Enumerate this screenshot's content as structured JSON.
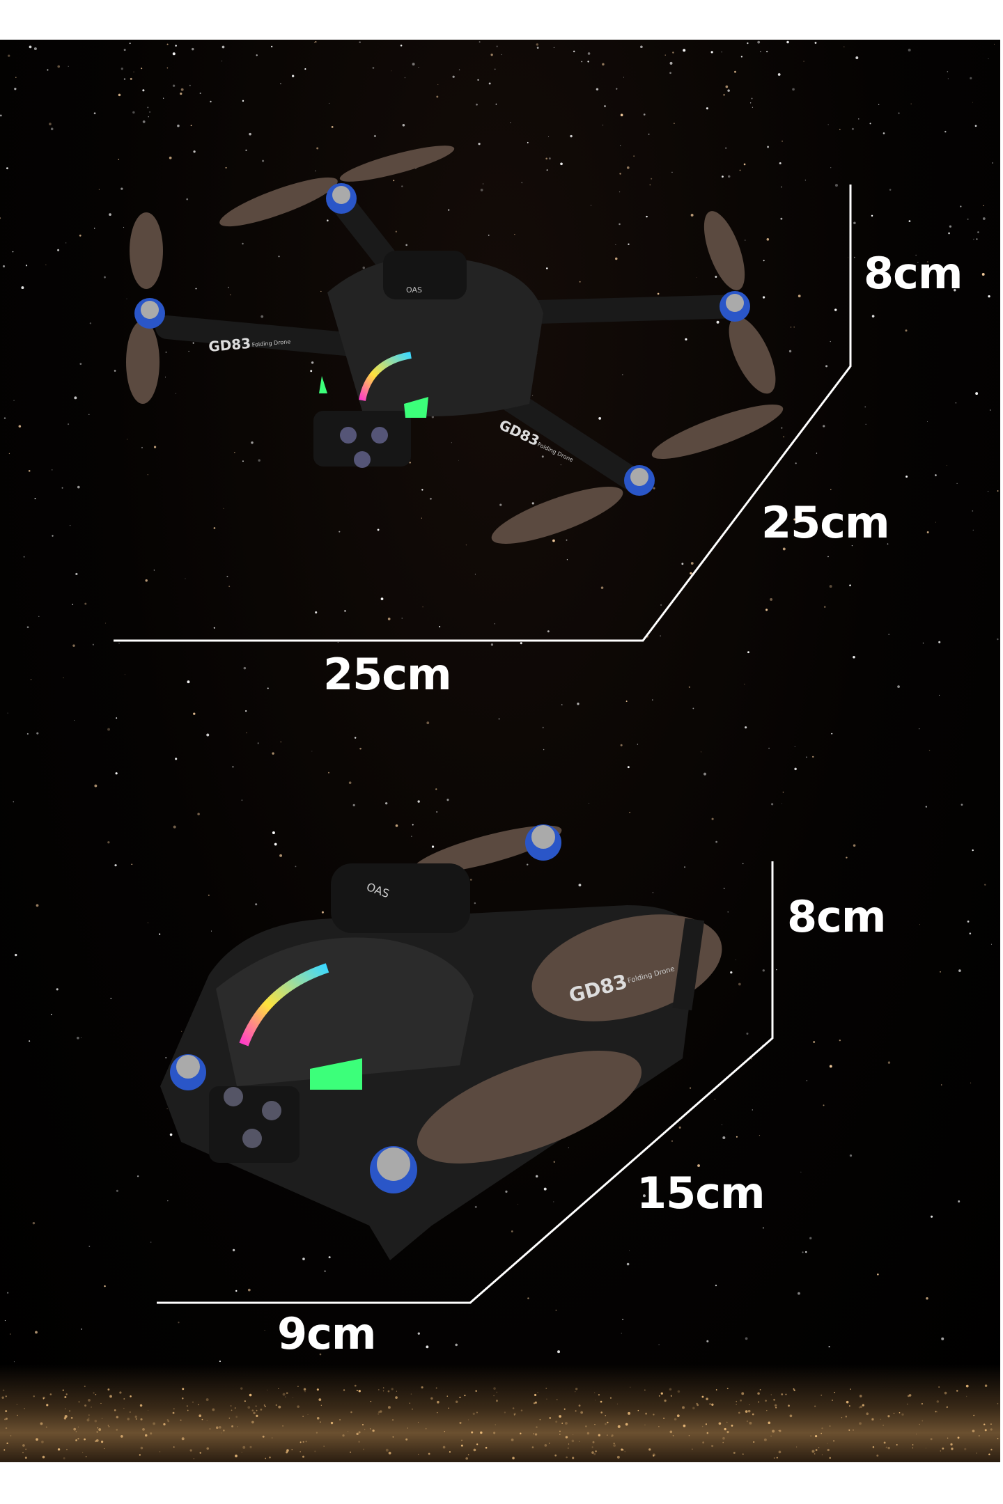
{
  "product": {
    "model_label": "GD83",
    "model_sublabel": "Folding Drone",
    "sensor_label": "OAS"
  },
  "unfolded": {
    "height": "8cm",
    "depth": "25cm",
    "width": "25cm"
  },
  "folded": {
    "height": "8cm",
    "depth": "15cm",
    "width": "9cm"
  },
  "colors": {
    "background": "#000000",
    "dimension_lines": "#ffffff",
    "accent_gold": "#d9a63a",
    "led_green": "#3cff7a",
    "motor_blue": "#2a56c8"
  }
}
